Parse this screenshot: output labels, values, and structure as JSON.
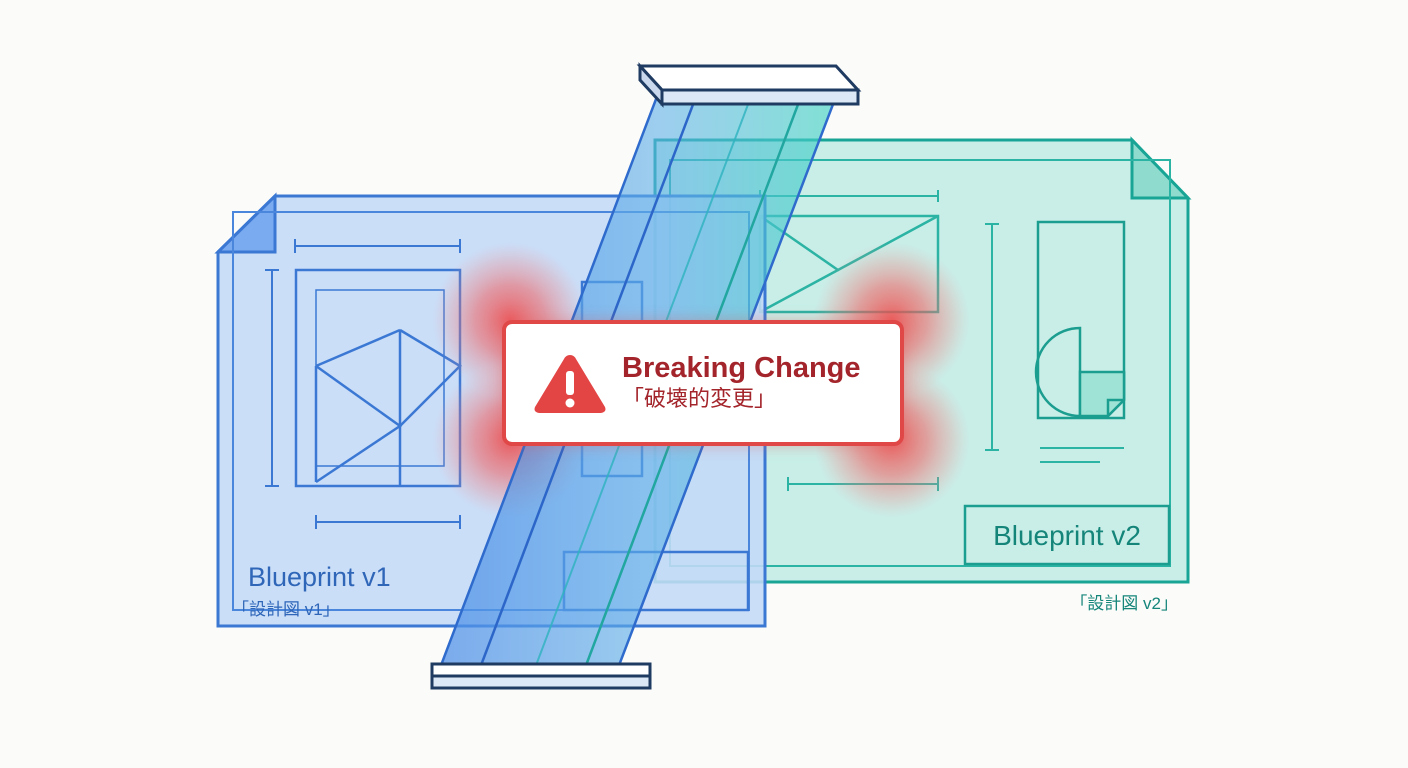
{
  "alert": {
    "title": "Breaking Change",
    "subtitle": "「破壊的変更」",
    "icon": "warning-triangle-icon",
    "accent_color": "#e04848",
    "text_color": "#a3242a"
  },
  "blueprint_v1": {
    "title": "Blueprint v1",
    "subtitle": "「設計図 v1」",
    "color": "#2f66b8",
    "fill": "#c3daf7"
  },
  "blueprint_v2": {
    "title": "Blueprint v2",
    "subtitle": "「設計図 v2」",
    "color": "#15857a",
    "fill": "#c3ece6"
  },
  "connector": {
    "icon": "bridge-beam-icon"
  }
}
